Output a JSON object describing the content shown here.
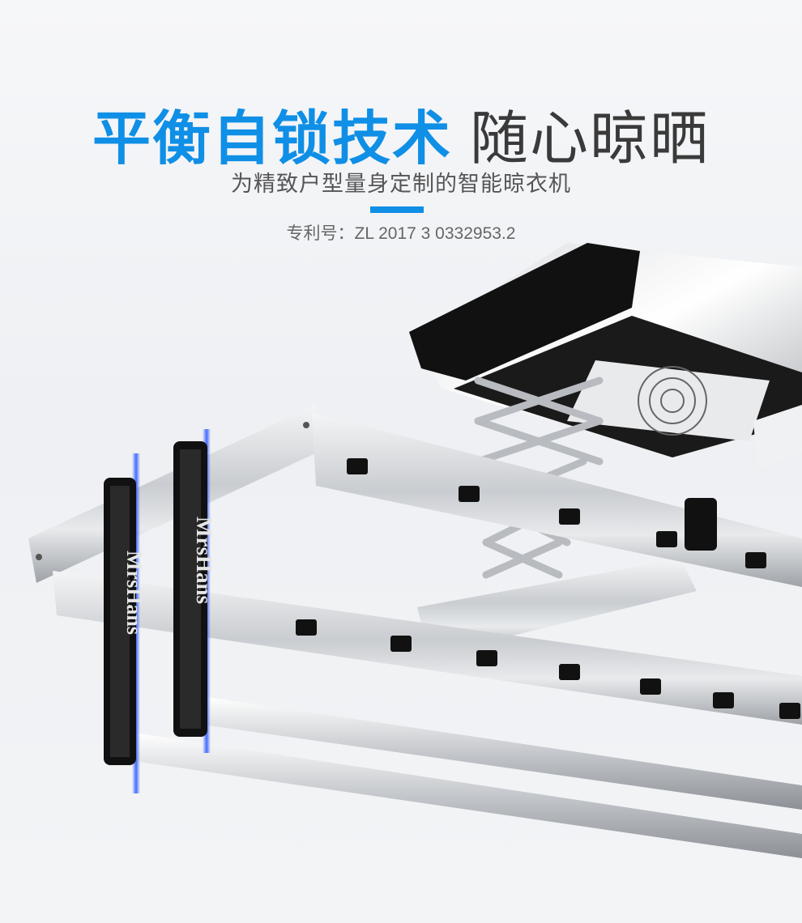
{
  "banner": {
    "headline_accent": "平衡自锁技术",
    "headline_rest": "随心晾晒",
    "subtitle": "为精致户型量身定制的智能晾衣机",
    "patent": "专利号：ZL 2017 3 0332953.2",
    "accent_color": "#0f8fe6"
  },
  "product": {
    "brand_left": "MrsHans",
    "brand_right": "MrsHans"
  }
}
